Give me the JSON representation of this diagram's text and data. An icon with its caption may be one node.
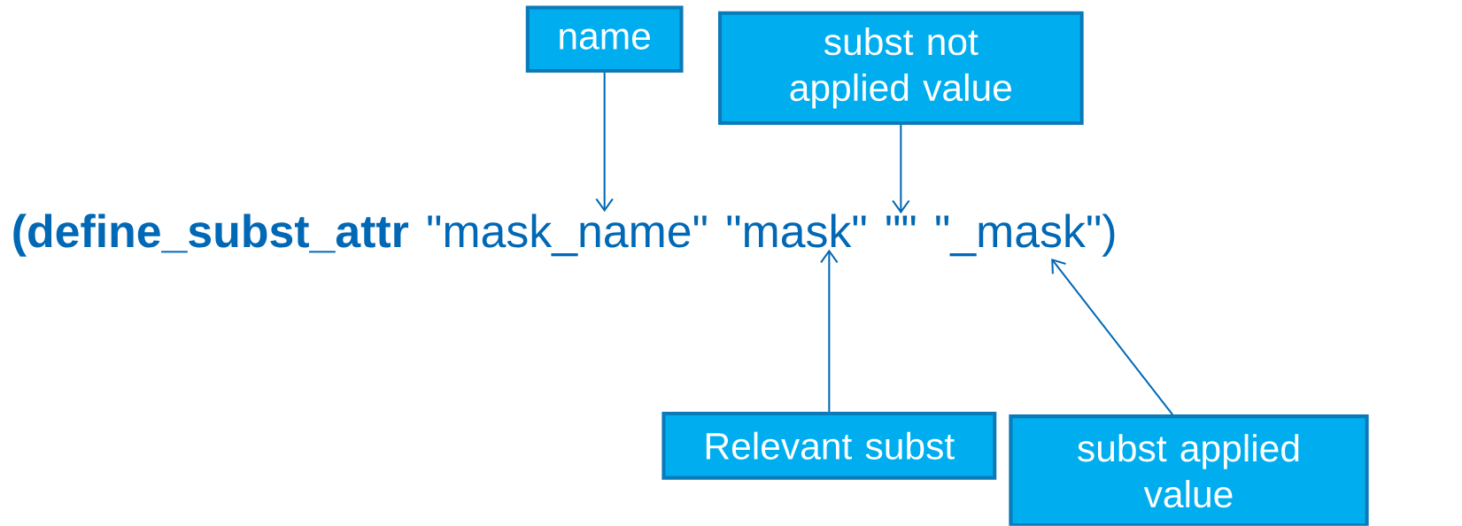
{
  "diagram": {
    "nodes": [
      {
        "text": [
          "name"
        ]
      },
      {
        "text": [
          "subst not applied value"
        ]
      },
      {
        "text": [
          "(define_subst_attr"
        ]
      },
      {
        "text": [
          "\"mask_name\""
        ]
      },
      {
        "text": [
          "\"mask\""
        ]
      },
      {
        "text": [
          "\"\""
        ]
      },
      {
        "text": [
          "\"_mask\")"
        ]
      },
      {
        "text": [
          "Relevant subst"
        ]
      },
      {
        "text": [
          "subst applied value"
        ]
      }
    ],
    "edges": [
      {
        "from": 0,
        "to": 3,
        "arrow": "to"
      },
      {
        "from": 1,
        "to": 5,
        "arrow": "to"
      },
      {
        "from": 7,
        "to": 4,
        "arrow": "to"
      },
      {
        "from": 8,
        "to": 6,
        "arrow": "to"
      }
    ]
  }
}
